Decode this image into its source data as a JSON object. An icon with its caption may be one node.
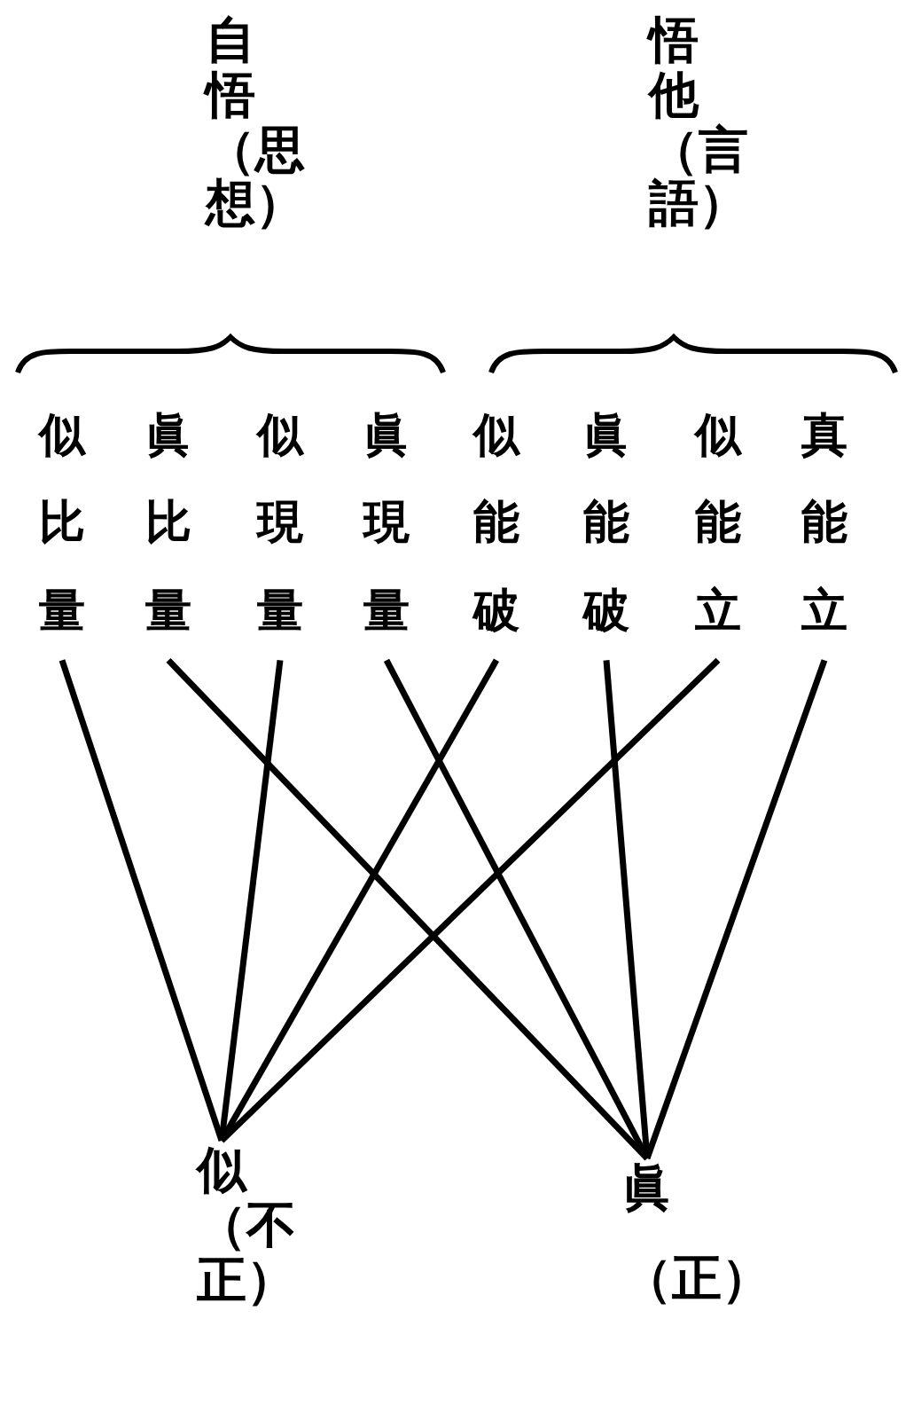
{
  "diagram": {
    "nodes": [
      {
        "text": [
          "自悟（思想）"
        ]
      },
      {
        "text": [
          "悟他（言語）"
        ]
      },
      {
        "text": [
          "似比量"
        ]
      },
      {
        "text": [
          "眞比量"
        ]
      },
      {
        "text": [
          "似現量"
        ]
      },
      {
        "text": [
          "眞現量"
        ]
      },
      {
        "text": [
          "似能破"
        ]
      },
      {
        "text": [
          "眞能破"
        ]
      },
      {
        "text": [
          "似能立"
        ]
      },
      {
        "text": [
          "真能立"
        ]
      },
      {
        "text": [
          "似（不正）"
        ]
      },
      {
        "text": [
          "眞",
          "（正）"
        ]
      }
    ],
    "edges": [
      {
        "from": 2,
        "to": 10,
        "arrow": "none"
      },
      {
        "from": 3,
        "to": 11,
        "arrow": "none"
      },
      {
        "from": 4,
        "to": 10,
        "arrow": "none"
      },
      {
        "from": 5,
        "to": 11,
        "arrow": "none"
      },
      {
        "from": 6,
        "to": 10,
        "arrow": "none"
      },
      {
        "from": 7,
        "to": 11,
        "arrow": "none"
      },
      {
        "from": 8,
        "to": 10,
        "arrow": "none"
      },
      {
        "from": 9,
        "to": 11,
        "arrow": "none"
      }
    ]
  }
}
